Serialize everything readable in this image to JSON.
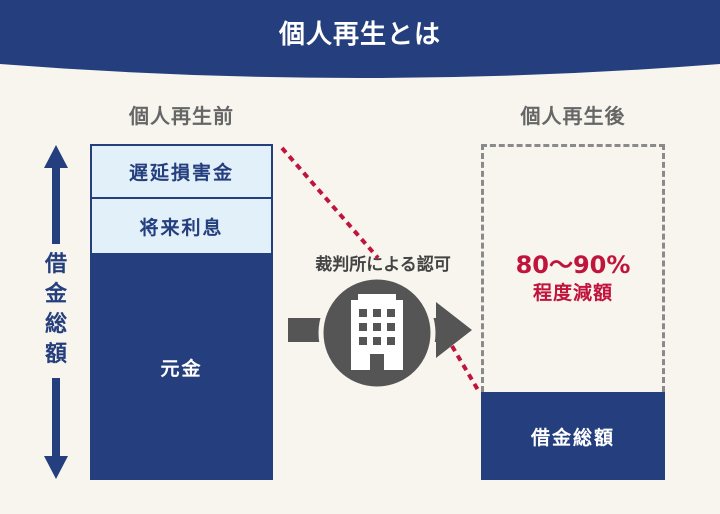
{
  "title": "個人再生とは",
  "before": {
    "label": "個人再生前",
    "segments": {
      "late_damages": "遅延損害金",
      "future_interest": "将来利息",
      "principal": "元金"
    },
    "axis_label": [
      "借",
      "金",
      "総",
      "額"
    ]
  },
  "process": {
    "label": "裁判所による認可",
    "icon": "building-icon"
  },
  "after": {
    "label": "個人再生後",
    "reduction_percent": "80～90%",
    "reduction_text": "程度減額",
    "remaining": "借金総額"
  },
  "colors": {
    "navy": "#253f7e",
    "light_blue": "#e2f0fa",
    "accent_red": "#c0143c",
    "gray": "#555555",
    "background": "#f7f5ee"
  }
}
